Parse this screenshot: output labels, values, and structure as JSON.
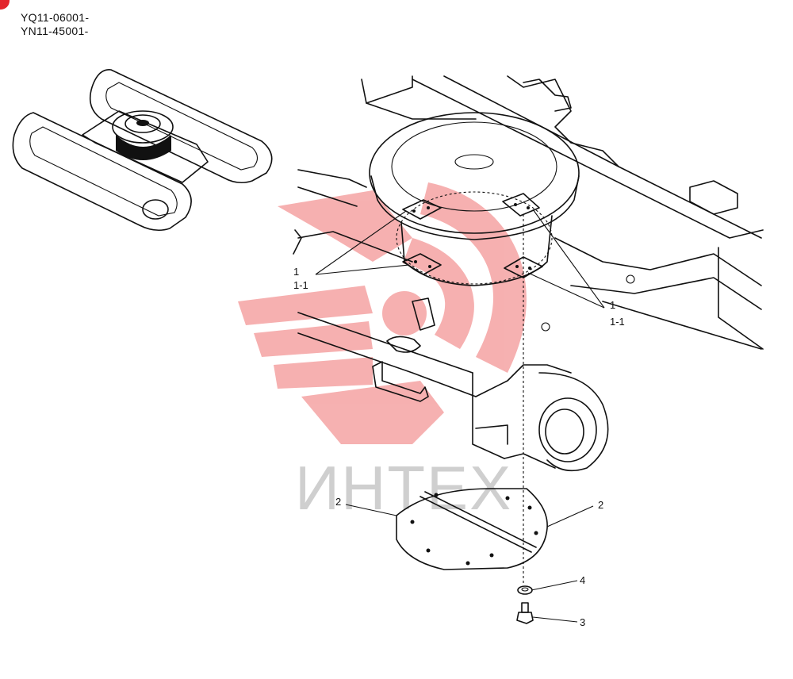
{
  "serials": {
    "line1": "YQ11-06001-",
    "line2": "YN11-45001-"
  },
  "watermark": {
    "text": "ИНТЕХ",
    "logo_color": "#f5a3a3",
    "text_color": "#cfcfcf"
  },
  "accent_color": "#e3242b",
  "callouts": {
    "left_1": "1",
    "left_1_1": "1-1",
    "right_1": "1",
    "right_1_1": "1-1",
    "left_2": "2",
    "right_2": "2",
    "part_4": "4",
    "part_3": "3"
  }
}
